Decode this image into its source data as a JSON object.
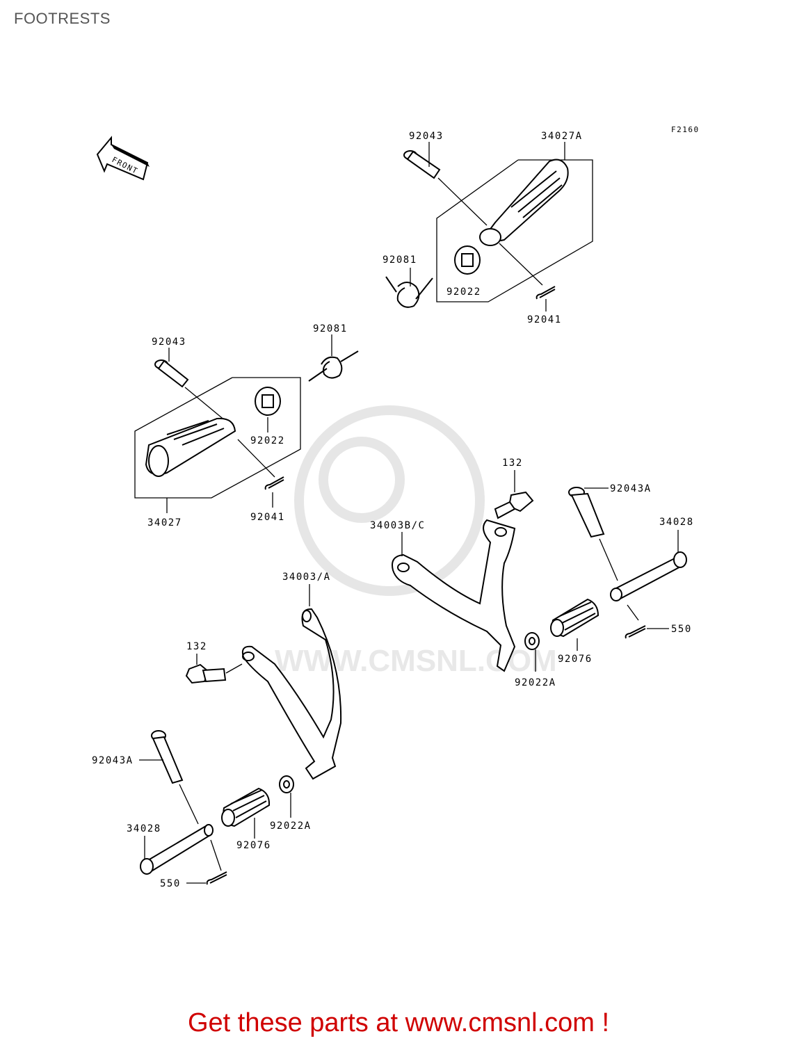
{
  "page": {
    "title": "FOOTRESTS"
  },
  "figure_code": "F2160",
  "front_label": "FRONT",
  "watermark": {
    "text": "WWW.CMSNL.COM"
  },
  "callouts": {
    "c1": "92043",
    "c2": "34027A",
    "c3": "92081",
    "c4": "92022",
    "c5": "92041",
    "c6": "92043",
    "c7": "92081",
    "c8": "92022",
    "c9": "34027",
    "c10": "92041",
    "c11": "132",
    "c12": "92043A",
    "c13": "34003B/C",
    "c14": "34028",
    "c15": "34003/A",
    "c16": "550",
    "c17": "92076",
    "c18": "92022A",
    "c19": "132",
    "c20": "92043A",
    "c21": "34028",
    "c22": "92022A",
    "c23": "92076",
    "c24": "550"
  },
  "footer": {
    "text": "Get these parts at www.cmsnl.com !"
  }
}
